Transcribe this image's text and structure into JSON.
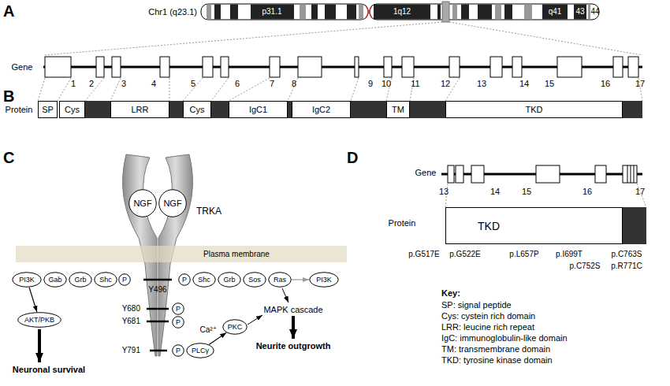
{
  "diagram": {
    "nodes": [
      {
        "text": [
          "SP"
        ]
      },
      {
        "text": [
          "Cys"
        ]
      },
      {
        "text": [
          "LRR"
        ]
      },
      {
        "text": [
          "Cys"
        ]
      },
      {
        "text": [
          "IgC1"
        ]
      },
      {
        "text": [
          "IgC2"
        ]
      },
      {
        "text": [
          "TM"
        ]
      },
      {
        "text": [
          "TKD"
        ]
      },
      {
        "text": [
          "NGF"
        ]
      },
      {
        "text": [
          "NGF"
        ]
      },
      {
        "text": [
          "Plasma membrane"
        ]
      },
      {
        "text": [
          "PI3K"
        ]
      },
      {
        "text": [
          "Gab"
        ]
      },
      {
        "text": [
          "Grb"
        ]
      },
      {
        "text": [
          "Shc"
        ]
      },
      {
        "text": [
          "P"
        ]
      },
      {
        "text": [
          "P"
        ]
      },
      {
        "text": [
          "Shc"
        ]
      },
      {
        "text": [
          "Grb"
        ]
      },
      {
        "text": [
          "Sos"
        ]
      },
      {
        "text": [
          "Ras"
        ]
      },
      {
        "text": [
          "PI3K"
        ]
      },
      {
        "text": [
          "P"
        ]
      },
      {
        "text": [
          "P"
        ]
      },
      {
        "text": [
          "AKT/PKB"
        ]
      },
      {
        "text": [
          "PKC"
        ]
      },
      {
        "text": [
          "P"
        ]
      },
      {
        "text": [
          "PLCγ"
        ]
      },
      {
        "text": [
          "TKD"
        ]
      }
    ],
    "edges": [
      {
        "from": 11,
        "to": 24,
        "arrow": "to"
      },
      {
        "from": 20,
        "to": 21,
        "arrow": "to"
      },
      {
        "from": 27,
        "to": 25,
        "label": "Ca²⁺",
        "arrow": "to"
      }
    ],
    "labels": [
      "A",
      "Chr1 (q23.1)",
      "p31.1",
      "1q12",
      "q41",
      "43",
      "44",
      "Gene",
      "1",
      "2",
      "3",
      "4",
      "5",
      "6",
      "7",
      "8",
      "9",
      "10",
      "11",
      "12",
      "13",
      "14",
      "15",
      "16",
      "17",
      "B",
      "Protein",
      "C",
      "TRKA",
      "Y496",
      "Y680",
      "Y681",
      "Y791",
      "MAPK cascade",
      "Neuronal survival",
      "Neurite outgrowth",
      "D",
      "Gene",
      "13",
      "14",
      "15",
      "16",
      "17",
      "Protein",
      "p.G517E",
      "p.G522E",
      "p.L657P",
      "p.I699T",
      "p.C752S",
      "p.C763S",
      "p.R771C",
      "Key:",
      "SP: signal peptide",
      "Cys: cystein rich domain",
      "LRR: leucine rich repeat",
      "IgC: immunoglobulin-like domain",
      "TM: transmembrane domain",
      "TKD: tyrosine kinase domain"
    ]
  }
}
